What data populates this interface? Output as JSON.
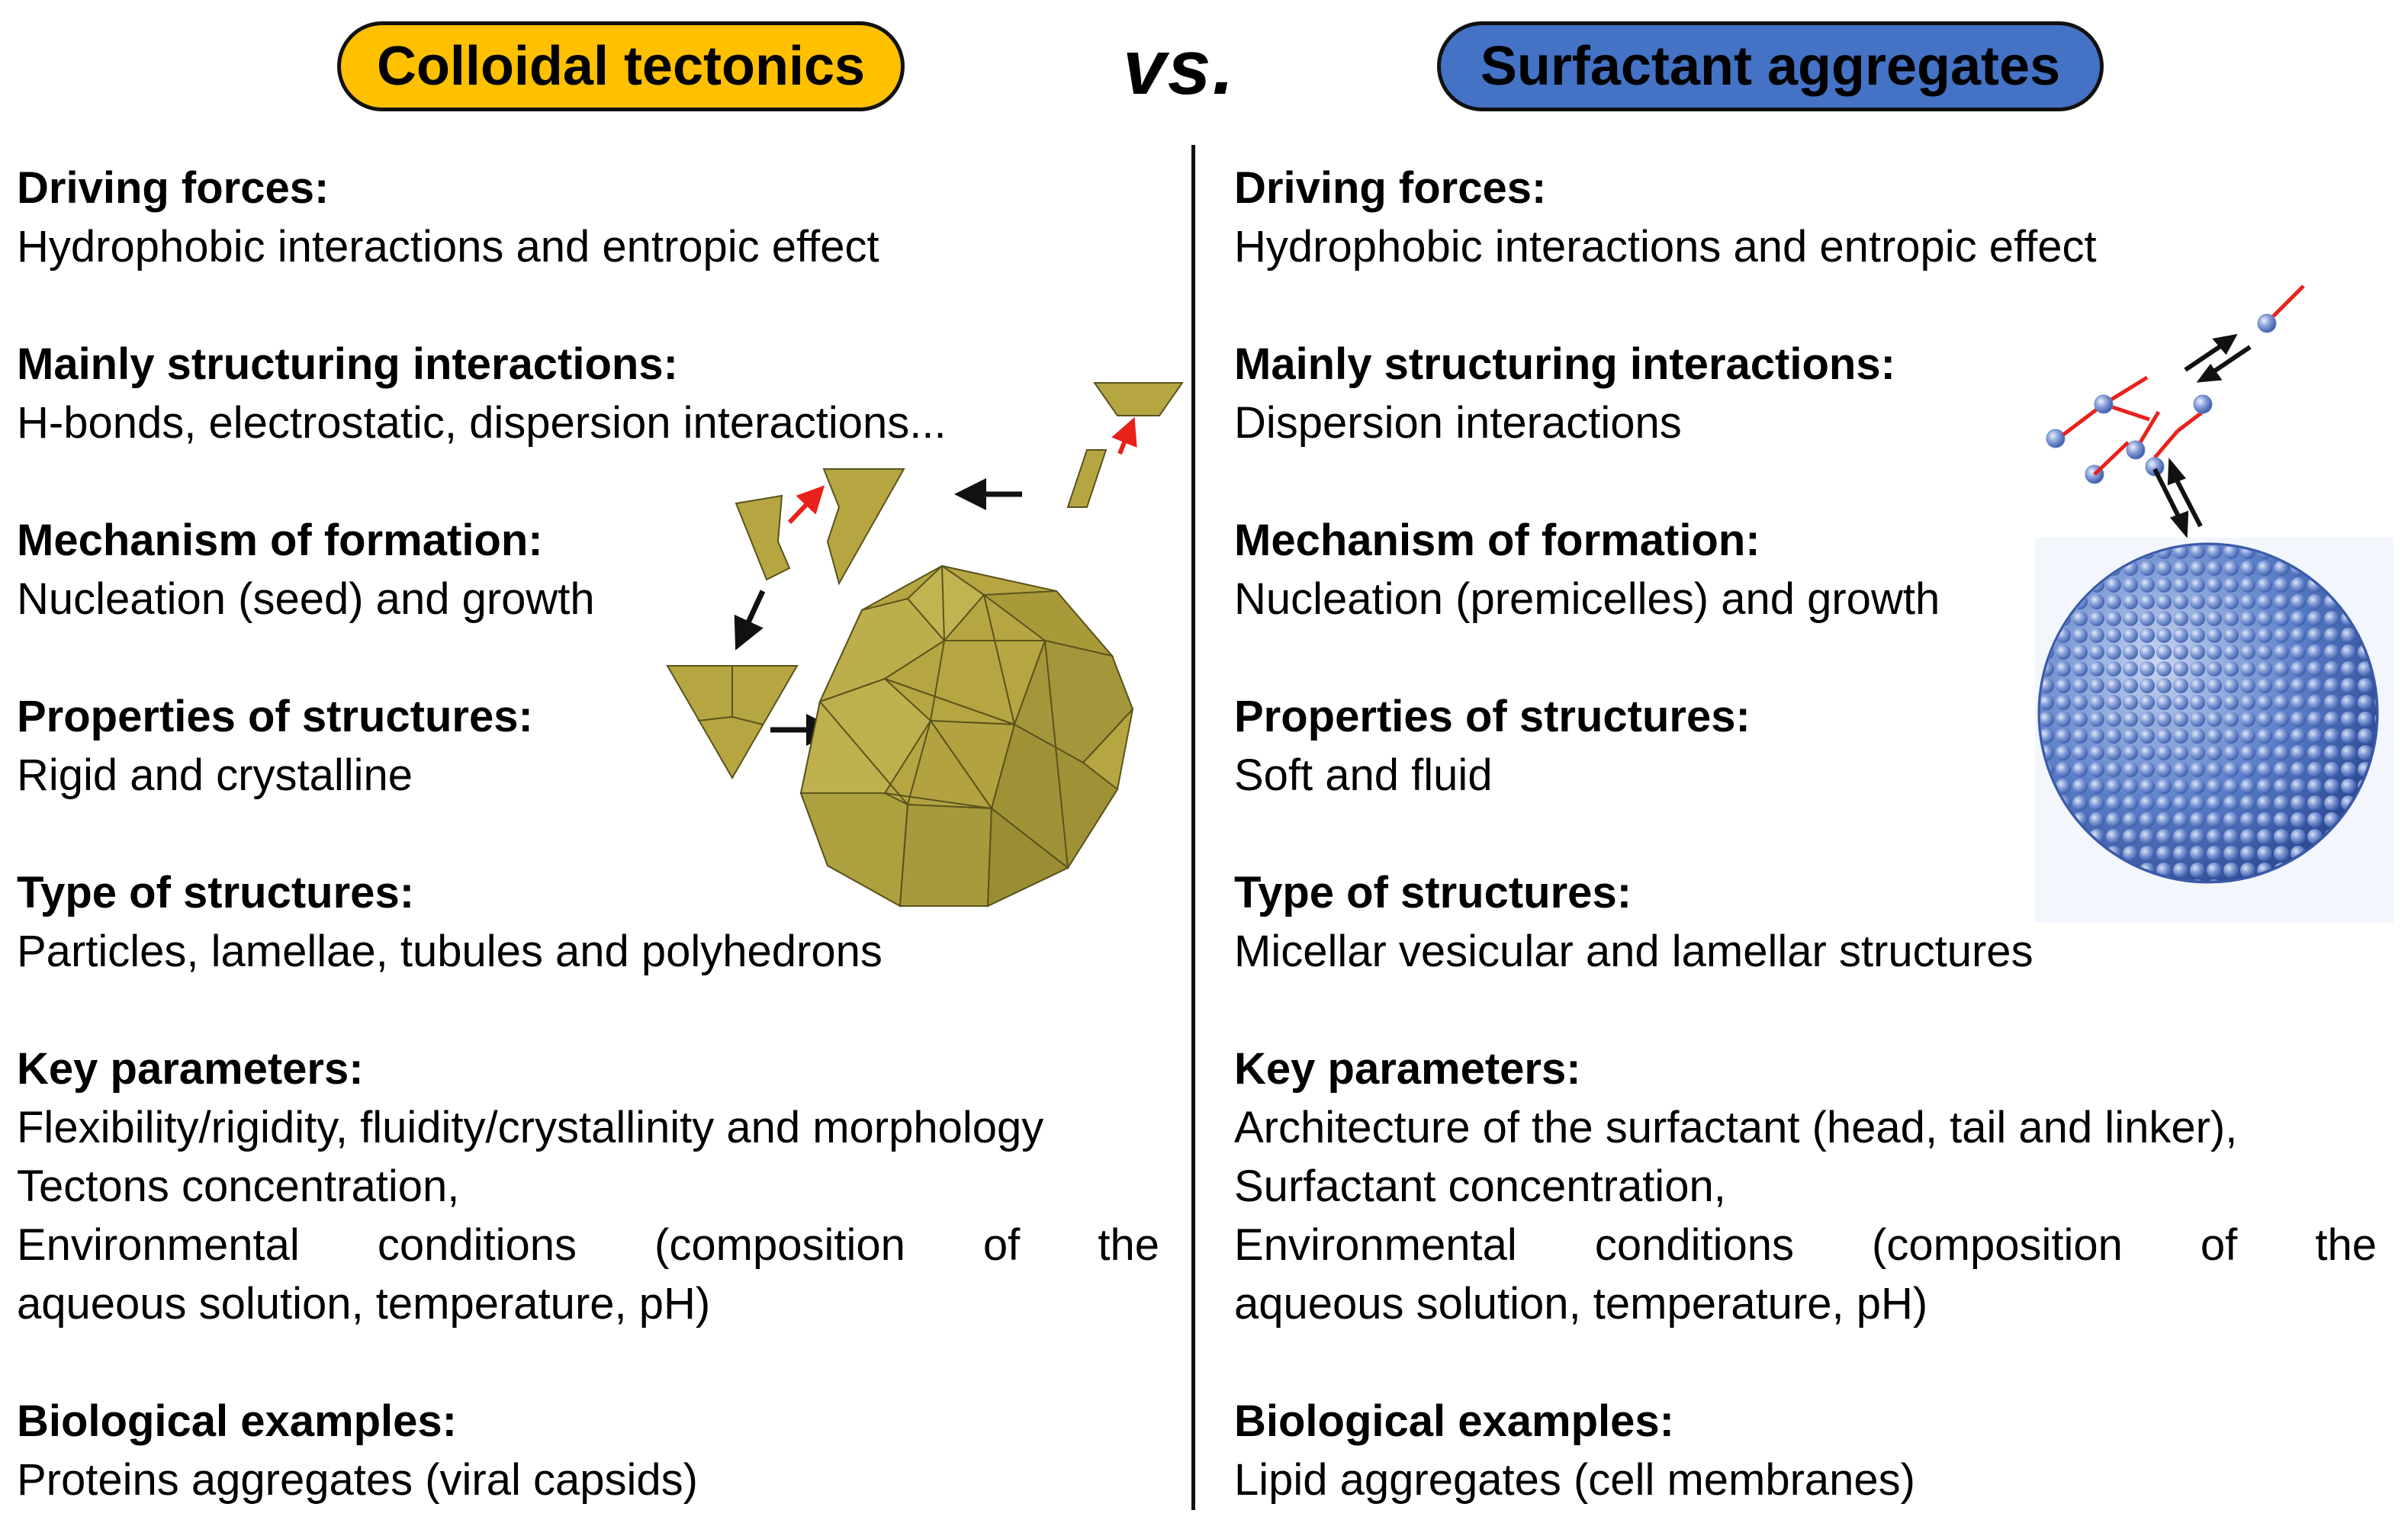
{
  "header": {
    "left_title": "Colloidal tectonics",
    "vs": "vs.",
    "right_title": "Surfactant aggregates"
  },
  "colors": {
    "left_pill": "#FFC000",
    "right_pill": "#4472C4",
    "polyhedron": "#B5A642",
    "sphere": "#5B7FC9",
    "red_arrow": "#E8221B"
  },
  "left": {
    "sections": [
      {
        "heading": "Driving forces:",
        "lines": [
          "Hydrophobic interactions and entropic effect"
        ]
      },
      {
        "heading": "Mainly structuring interactions:",
        "lines": [
          "H-bonds, electrostatic, dispersion interactions..."
        ]
      },
      {
        "heading": "Mechanism of formation:",
        "lines": [
          "Nucleation (seed) and growth"
        ]
      },
      {
        "heading": "Properties of structures:",
        "lines": [
          "Rigid and crystalline"
        ]
      },
      {
        "heading": "Type of structures:",
        "lines": [
          "Particles, lamellae, tubules and polyhedrons"
        ]
      },
      {
        "heading": "Key parameters:",
        "lines": [
          "Flexibility/rigidity, fluidity/crystallinity and morphology",
          "Tectons concentration,",
          "Environmental conditions (composition of the",
          "aqueous solution, temperature, pH)"
        ]
      },
      {
        "heading": "Biological examples:",
        "lines": [
          "Proteins aggregates (viral capsids)"
        ]
      }
    ]
  },
  "right": {
    "sections": [
      {
        "heading": "Driving forces:",
        "lines": [
          "Hydrophobic interactions and entropic effect"
        ]
      },
      {
        "heading": "Mainly structuring interactions:",
        "lines": [
          "Dispersion interactions"
        ]
      },
      {
        "heading": "Mechanism of formation:",
        "lines": [
          "Nucleation (premicelles) and growth"
        ]
      },
      {
        "heading": "Properties of structures:",
        "lines": [
          "Soft and fluid"
        ]
      },
      {
        "heading": "Type of structures:",
        "lines": [
          "Micellar vesicular and lamellar structures"
        ]
      },
      {
        "heading": "Key parameters:",
        "lines": [
          "Architecture of the surfactant (head, tail and linker),",
          "Surfactant concentration,",
          "Environmental conditions (composition of the",
          "aqueous solution, temperature, pH)"
        ]
      },
      {
        "heading": "Biological examples:",
        "lines": [
          "Lipid aggregates (cell membranes)"
        ]
      }
    ]
  }
}
